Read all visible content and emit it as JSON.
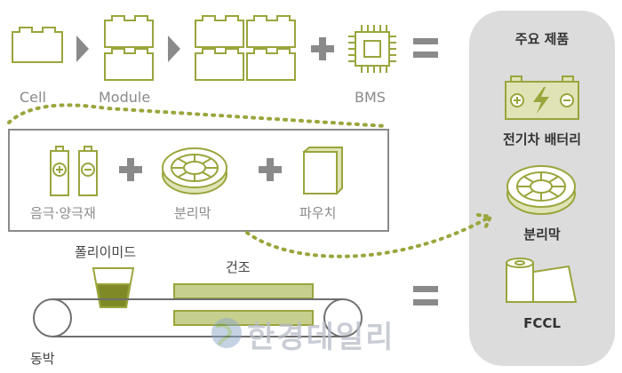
{
  "labels": {
    "cell": "Cell",
    "module": "Module",
    "bms": "BMS",
    "cathode_anode": "음극·양극재",
    "separator": "분리막",
    "pouch": "파우치",
    "polyimide": "폴리이미드",
    "drying": "건조",
    "copper_foil": "동박"
  },
  "panel": {
    "title": "주요 제품",
    "items": [
      "전기차 배터리",
      "분리막",
      "FCCL"
    ]
  },
  "watermark": "한경데일리",
  "colors": {
    "accent": "#9aa53c",
    "accent_fill": "#dfe3b6",
    "gray_symbol": "#8a8a8a",
    "panel_bg": "#dcdcdc",
    "beaker_fill": "#7f8a27",
    "dryer_fill": "#c7cf8e"
  },
  "icons": [
    "cell-block-icon",
    "arrow-right-icon",
    "plus-icon",
    "chip-icon",
    "equals-icon",
    "battery-icon",
    "separator-roll-icon",
    "pouch-icon",
    "beaker-icon",
    "roller-icon",
    "foil-roll-icon",
    "globe-icon"
  ]
}
